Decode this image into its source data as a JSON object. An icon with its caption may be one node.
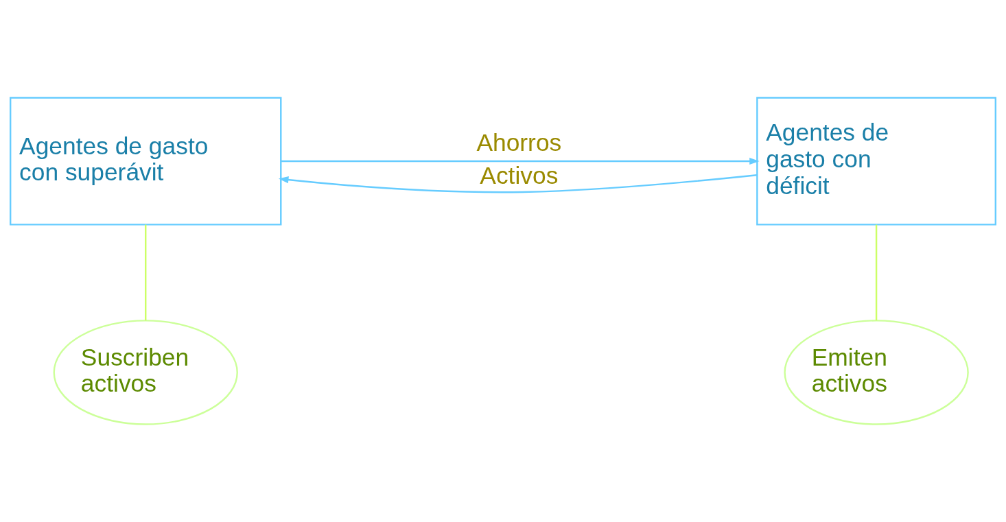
{
  "diagram": {
    "nodes": [
      {
        "text": [
          "Agentes de gasto con superávit"
        ]
      },
      {
        "text": [
          "Agentes de gasto con déficit"
        ]
      },
      {
        "text": [
          "Suscriben activos"
        ]
      },
      {
        "text": [
          "Emiten activos"
        ]
      }
    ],
    "edges": [
      {
        "from": 0,
        "to": 1,
        "arrow": "to",
        "label": "Ahorros"
      },
      {
        "from": 1,
        "to": 0,
        "arrow": "to",
        "label": "Activos"
      },
      {
        "from": 2,
        "to": 0,
        "arrow": "none",
        "color": "#ccff66"
      },
      {
        "from": 3,
        "to": 1,
        "arrow": "none",
        "color": "#ccff66"
      }
    ]
  }
}
